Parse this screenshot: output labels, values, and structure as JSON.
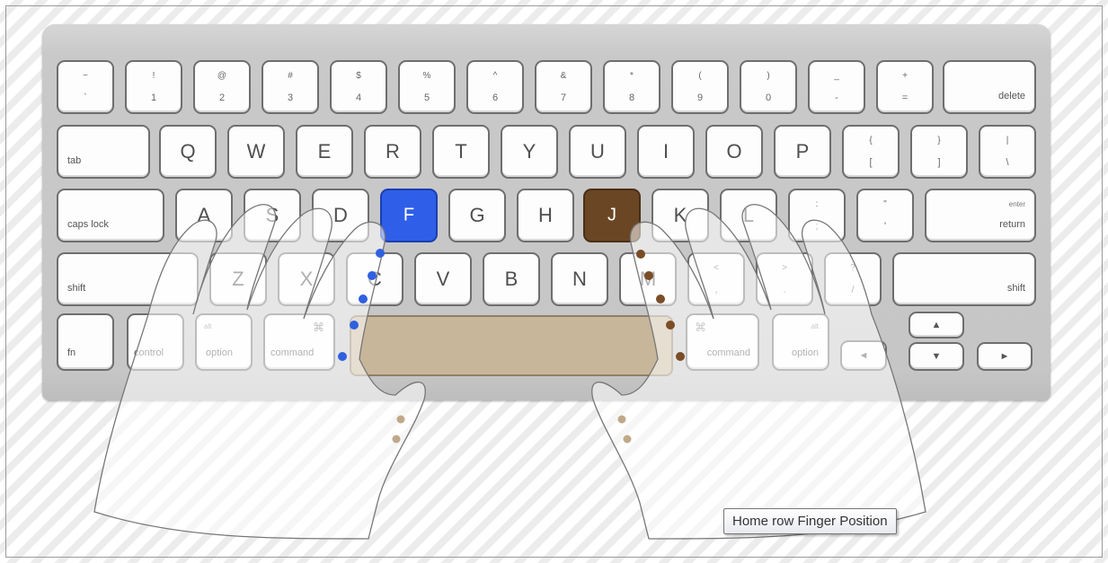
{
  "tooltip": "Home row Finger Position",
  "colors": {
    "left_home": "#2f5fe8",
    "right_home": "#6b4624",
    "spacebar": "#c7b69a"
  },
  "rows": {
    "number": [
      {
        "top": "~",
        "bottom": "`"
      },
      {
        "top": "!",
        "bottom": "1"
      },
      {
        "top": "@",
        "bottom": "2"
      },
      {
        "top": "#",
        "bottom": "3"
      },
      {
        "top": "$",
        "bottom": "4"
      },
      {
        "top": "%",
        "bottom": "5"
      },
      {
        "top": "^",
        "bottom": "6"
      },
      {
        "top": "&",
        "bottom": "7"
      },
      {
        "top": "*",
        "bottom": "8"
      },
      {
        "top": "(",
        "bottom": "9"
      },
      {
        "top": ")",
        "bottom": "0"
      },
      {
        "top": "_",
        "bottom": "-"
      },
      {
        "top": "+",
        "bottom": "="
      }
    ],
    "delete_label": "delete",
    "tab_label": "tab",
    "qwerty": [
      "Q",
      "W",
      "E",
      "R",
      "T",
      "Y",
      "U",
      "I",
      "O",
      "P"
    ],
    "brackets": [
      {
        "top": "{",
        "bottom": "["
      },
      {
        "top": "}",
        "bottom": "]"
      },
      {
        "top": "|",
        "bottom": "\\"
      }
    ],
    "caps_label": "caps lock",
    "home": [
      "A",
      "S",
      "D",
      "F",
      "G",
      "H",
      "J",
      "K",
      "L"
    ],
    "home_punct": [
      {
        "top": ":",
        "bottom": ";"
      },
      {
        "top": "\"",
        "bottom": "'"
      }
    ],
    "enter_label": "enter",
    "return_label": "return",
    "shift_label": "shift",
    "bottom_letters": [
      "Z",
      "X",
      "C",
      "V",
      "B",
      "N",
      "M"
    ],
    "bottom_punct": [
      {
        "top": "<",
        "bottom": ","
      },
      {
        "top": ">",
        "bottom": "."
      },
      {
        "top": "?",
        "bottom": "/"
      }
    ],
    "fn_label": "fn",
    "control_label": "control",
    "alt_label": "alt",
    "option_label": "option",
    "command_symbol": "⌘",
    "command_label": "command",
    "arrow_up": "▲",
    "arrow_down": "▼",
    "arrow_left": "◄",
    "arrow_right": "►"
  }
}
